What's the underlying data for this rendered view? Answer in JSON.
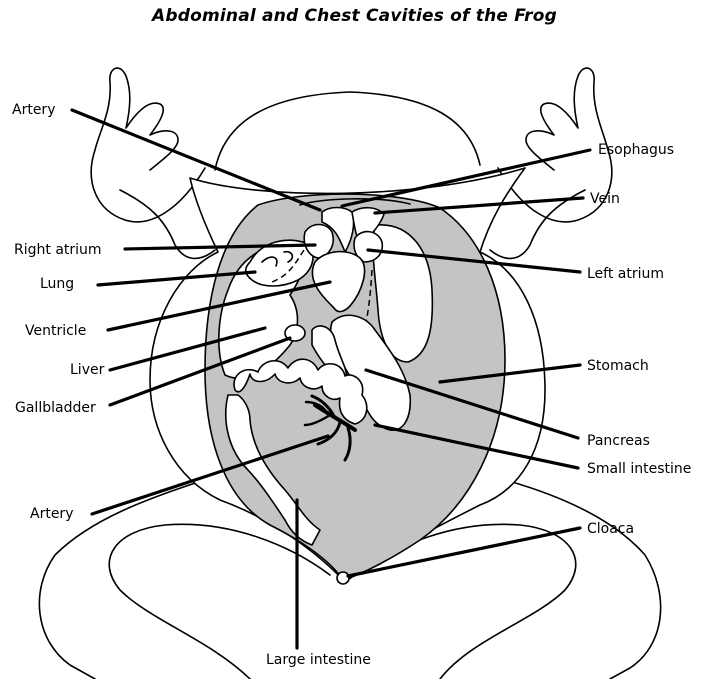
{
  "title": "Abdominal and Chest Cavities of the Frog",
  "colors": {
    "cavity": "#c4c4c4",
    "ink": "#000000",
    "background": "#ffffff"
  },
  "labels": {
    "artery_top": "Artery",
    "esophagus": "Esophagus",
    "vein": "Vein",
    "right_atrium": "Right atrium",
    "left_atrium": "Left atrium",
    "lung": "Lung",
    "ventricle": "Ventricle",
    "liver": "Liver",
    "stomach": "Stomach",
    "gallbladder": "Gallbladder",
    "pancreas": "Pancreas",
    "small_intestine": "Small intestine",
    "artery_bottom": "Artery",
    "cloaca": "Cloaca",
    "large_intestine": "Large intestine"
  }
}
